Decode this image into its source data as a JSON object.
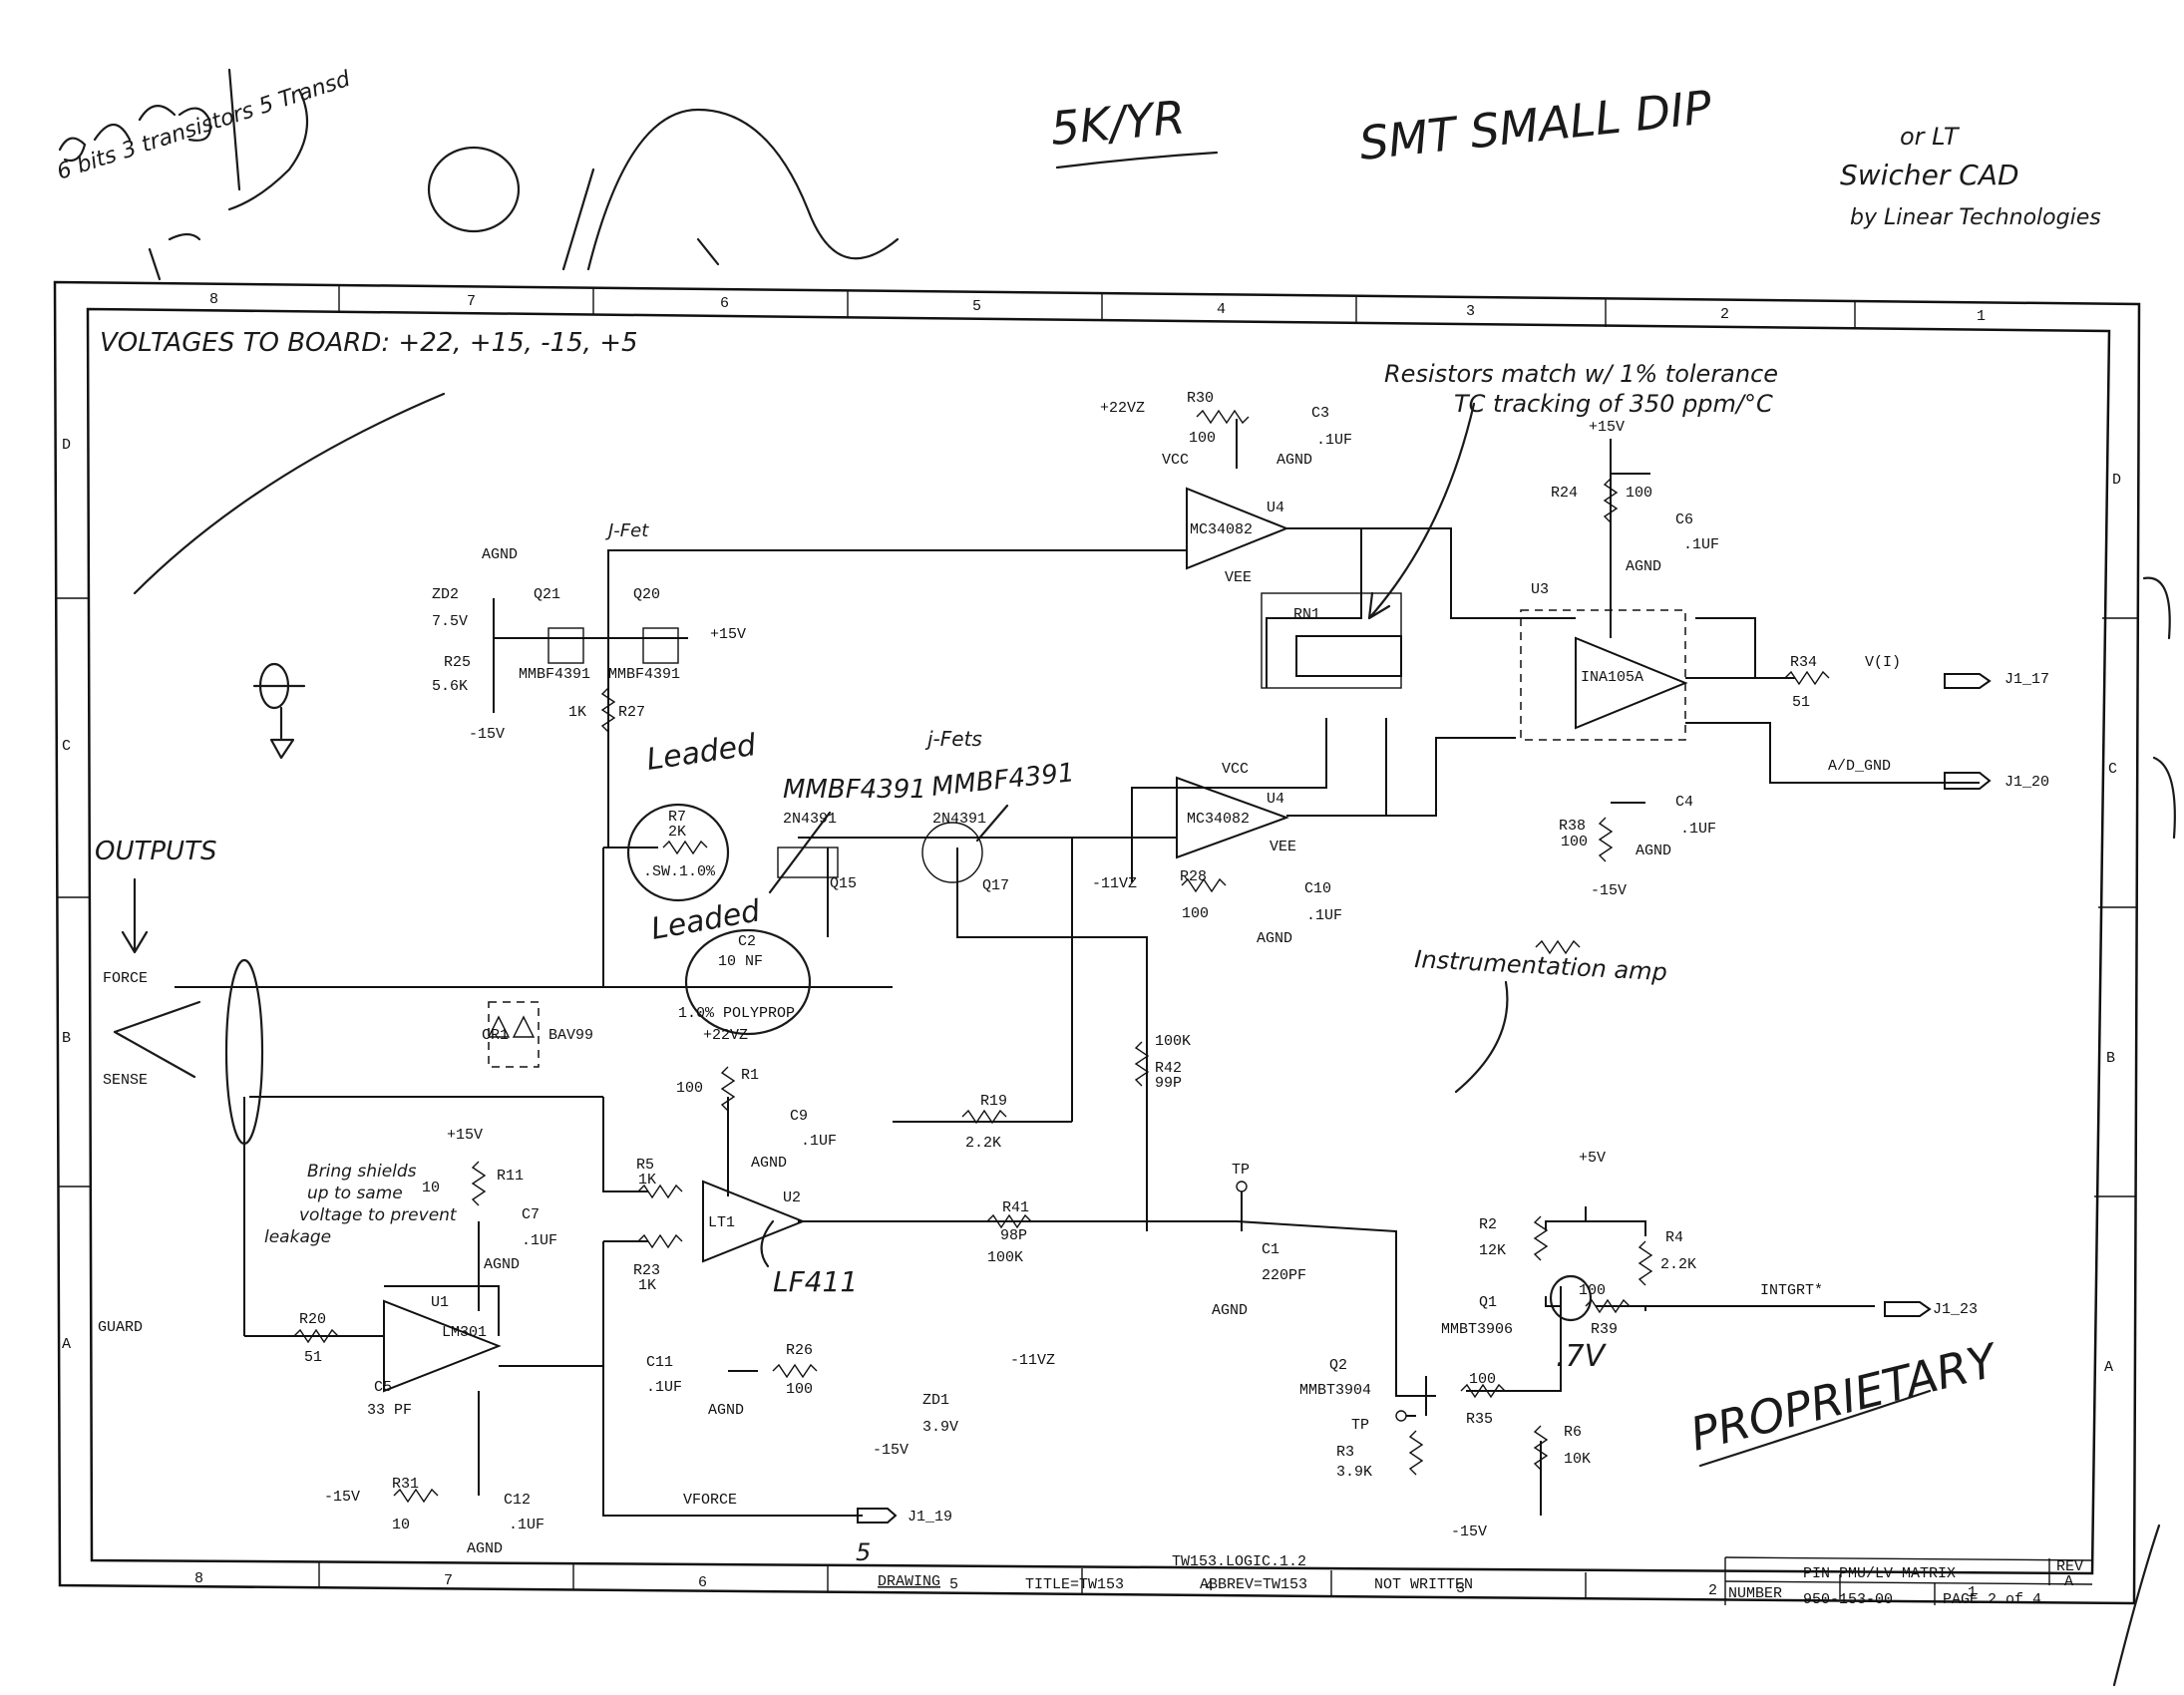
{
  "handwritten": {
    "top_scribble": "6 bits 3 transistors 5 Transd",
    "sk_yr": "5K/YR",
    "smt_small_dip": "SMT SMALL DIP",
    "lt_switchercad_1": "or LT",
    "lt_switchercad_2": "Swicher CAD",
    "lt_switchercad_3": "by Linear Technologies",
    "voltages_to_board": "VOLTAGES TO BOARD: +22, +15, -15, +5",
    "resistors_match_1": "Resistors match w/ 1% tolerance",
    "resistors_match_2": "TC tracking of 350 ppm/°C",
    "leaded_1": "Leaded",
    "leaded_2": "Leaded",
    "mmbf4391_1": "MMBF4391",
    "mmbf4391_2": "MMBF4391",
    "jfets": "j-Fets",
    "outputs": "OUTPUTS",
    "lf411": "LF411",
    "bring_shields_1": "Bring shields",
    "bring_shields_2": "up to same",
    "bring_shields_3": "voltage to prevent",
    "bring_shields_4": "leakage",
    "instrumentation_amp": "Instrumentation amp",
    "jfet_note": "J-Fet",
    "seven_v": ".7V",
    "proprietary": "PROPRIETARY",
    "j1_19_mark": "5"
  },
  "zones": {
    "top": [
      "8",
      "7",
      "6",
      "5",
      "4",
      "3",
      "2",
      "1"
    ],
    "bottom": [
      "8",
      "7",
      "6",
      "5",
      "4",
      "3",
      "2",
      "1"
    ],
    "left": [
      "D",
      "C",
      "B",
      "A"
    ],
    "right": [
      "D",
      "C",
      "B",
      "A"
    ]
  },
  "components": {
    "zd2": "ZD2",
    "zd2_val": "7.5V",
    "agnd_zd2": "AGND",
    "r25": "R25",
    "r25_val": "5.6K",
    "neg15_r25": "-15V",
    "q21": "Q21",
    "q21_part": "MMBF4391",
    "q20": "Q20",
    "q20_part": "MMBF4391",
    "pos15_q20": "+15V",
    "r27_val": "1K",
    "r27": "R27",
    "r7": "R7",
    "r7_val": "2K",
    "r7_tol": ".SW.1.0%",
    "q15_part": "2N4391",
    "q15": "Q15",
    "q17_part": "2N4391",
    "q17": "Q17",
    "c2": "C2",
    "c2_val": "10 NF",
    "c2_type": "1.0% POLYPROP",
    "cr1": "CR1",
    "bav99": "BAV99",
    "pos22_r1": "+22VZ",
    "r1_val": "100",
    "r1": "R1",
    "c9": "C9",
    "c9_val": ".1UF",
    "agnd_c9": "AGND",
    "r19": "R19",
    "r19_val": "2.2K",
    "r42_val": "100K",
    "r42": "R42",
    "r42_tol": "99P",
    "r30": "R30",
    "r30_val": "100",
    "pos22_r30": "+22VZ",
    "c3": "C3",
    "c3_val": ".1UF",
    "agnd_c3": "AGND",
    "vcc_u4a": "VCC",
    "u4a": "U4",
    "u4a_part": "MC34082",
    "vee_u4a": "VEE",
    "u4b": "U4",
    "u4b_part": "MC34082",
    "vcc_u4b": "VCC",
    "vee_u4b": "VEE",
    "neg11_r28": "-11VZ",
    "r28": "R28",
    "r28_val": "100",
    "c10": "C10",
    "c10_val": ".1UF",
    "agnd_c10": "AGND",
    "rn1": "RN1",
    "pos15_r24": "+15V",
    "r24": "R24",
    "r24_val": "100",
    "c6": "C6",
    "c6_val": ".1UF",
    "agnd_c6": "AGND",
    "u3": "U3",
    "u3_part": "INA105A",
    "r34": "R34",
    "r34_val": "51",
    "vi": "V(I)",
    "j1_17": "J1_17",
    "ad_gnd": "A/D_GND",
    "j1_20": "J1_20",
    "r38": "R38",
    "r38_val": "100",
    "neg15_r38": "-15V",
    "c4": "C4",
    "c4_val": ".1UF",
    "agnd_c4": "AGND",
    "force": "FORCE",
    "sense": "SENSE",
    "guard": "GUARD",
    "pos15_r11": "+15V",
    "r11": "R11",
    "r11_val": "10",
    "c7": "C7",
    "c7_val": ".1UF",
    "agnd_c7": "AGND",
    "r20": "R20",
    "r20_val": "51",
    "u1": "U1",
    "u1_part": "LM301",
    "c5": "C5",
    "c5_val": "33 PF",
    "neg15_r31": "-15V",
    "r31": "R31",
    "r31_val": "10",
    "c12": "C12",
    "c12_val": ".1UF",
    "agnd_c12": "AGND",
    "r5": "R5",
    "r5_val": "1K",
    "r23": "R23",
    "r23_val": "1K",
    "u2": "U2",
    "u2_part": "LT1",
    "c11": "C11",
    "c11_val": ".1UF",
    "agnd_c11": "AGND",
    "r26": "R26",
    "r26_val": "100",
    "neg11_r26": "-11VZ",
    "zd1": "ZD1",
    "zd1_val": "3.9V",
    "neg15_zd1": "-15V",
    "vforce": "VFORCE",
    "j1_19": "J1_19",
    "r41": "R41",
    "r41_val": "98P",
    "r41_tol": "100K",
    "tp1": "TP",
    "c1": "C1",
    "c1_val": "220PF",
    "agnd_c1": "AGND",
    "pos5": "+5V",
    "r2": "R2",
    "r2_val": "12K",
    "r4": "R4",
    "r4_val": "2.2K",
    "q1": "Q1",
    "q1_part": "MMBT3906",
    "r39_val": "100",
    "r39": "R39",
    "intgrt": "INTGRT*",
    "j1_23": "J1_23",
    "q2": "Q2",
    "q2_part": "MMBT3904",
    "r35_val": "100",
    "r35": "R35",
    "tp2": "TP",
    "r3": "R3",
    "r3_val": "3.9K",
    "r6": "R6",
    "r6_val": "10K",
    "neg15_bottom": "-15V"
  },
  "title_block": {
    "logic_name": "TW153.LOGIC.1.2",
    "drawing": "DRAWING",
    "title": "TITLE=TW153",
    "abbrev": "ABBREV=TW153",
    "not_written": "NOT WRITTEN",
    "block_title": "PIN PMU/LV MATRIX",
    "rev_label": "REV",
    "rev": "A",
    "number_label": "NUMBER",
    "number": "950-153-00",
    "page": "PAGE 2 of 4"
  }
}
